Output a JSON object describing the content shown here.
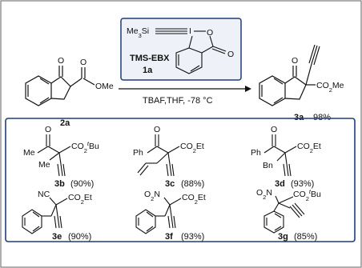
{
  "frame": {
    "border_color": "#7a7a7a",
    "panel_border_color": "#1f3d7a",
    "panel_fill": "#eef1f7"
  },
  "reactant": {
    "label": "2a",
    "atoms": {
      "o": "O",
      "ome": "OMe"
    }
  },
  "reagent": {
    "silyl": "Me3Si",
    "iodine": "I",
    "oxygen": "O",
    "carbonyl_o": "O",
    "name": "TMS-EBX",
    "label": "1a"
  },
  "conditions": "TBAF,THF, -78 °C",
  "product": {
    "label": "3a",
    "yield": "98%",
    "atoms": {
      "o": "O",
      "ester": "CO2Me"
    }
  },
  "scope": [
    {
      "id": "3b",
      "yield_text": "(90%)",
      "left1": "O",
      "left2": "Me",
      "left3": "Me",
      "ester": "CO2tBu"
    },
    {
      "id": "3c",
      "yield_text": "(88%)",
      "left1": "O",
      "left2": "Ph",
      "ester": "CO2Et"
    },
    {
      "id": "3d",
      "yield_text": "(93%)",
      "left1": "O",
      "left2": "Ph",
      "left3": "Bn",
      "ester": "CO2Et"
    },
    {
      "id": "3e",
      "yield_text": "(90%)",
      "left1": "NC",
      "ester": "CO2Et"
    },
    {
      "id": "3f",
      "yield_text": "(93%)",
      "left1": "O2N",
      "ester": "CO2Et"
    },
    {
      "id": "3g",
      "yield_text": "(85%)",
      "left1": "O2N",
      "ester": "CO2tBu"
    }
  ]
}
